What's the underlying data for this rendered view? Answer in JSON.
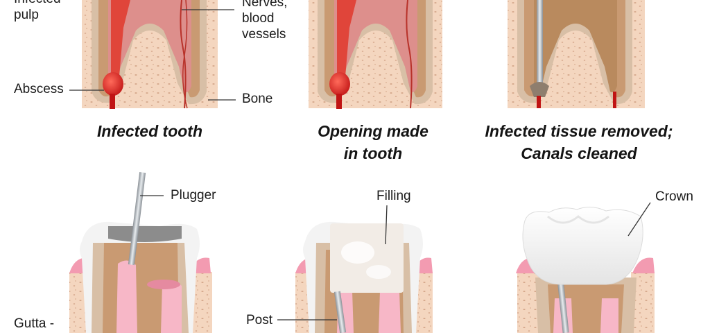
{
  "labels": {
    "infected_pulp_1": "Infected",
    "infected_pulp_2": "pulp",
    "abscess": "Abscess",
    "nerves_1": "Nerves,",
    "nerves_2": "blood",
    "nerves_3": "vessels",
    "bone": "Bone",
    "plugger": "Plugger",
    "filling": "Filling",
    "crown": "Crown",
    "post": "Post",
    "gutta": "Gutta -"
  },
  "captions": {
    "step1": "Infected tooth",
    "step2_line1": "Opening made",
    "step2_line2": "in tooth",
    "step3_line1": "Infected tissue removed;",
    "step3_line2": "Canals cleaned"
  },
  "colors": {
    "bone": "#f4d6bf",
    "bone_pore": "#d6a98d",
    "enamel": "#d8bfa6",
    "dentin": "#c99a72",
    "pulp": "#dd8f8c",
    "infection": "#d92020",
    "gum": "#f39bb1",
    "filling": "#f2ece6",
    "crown": "#f4f4f4",
    "steel": "#b0b6bb"
  }
}
